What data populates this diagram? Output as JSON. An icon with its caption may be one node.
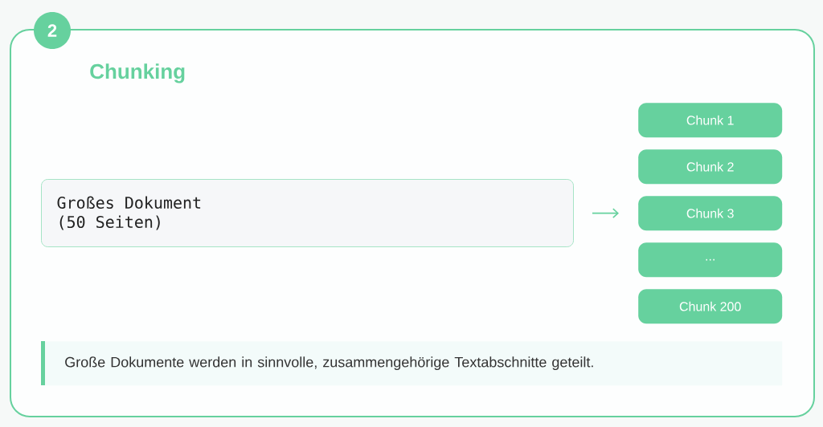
{
  "diagram": {
    "nodes": [
      {
        "text": [
          "Chunking"
        ]
      },
      {
        "text": [
          "2"
        ]
      },
      {
        "text": [
          "Großes Dokument (50 Seiten)"
        ],
        "in": 0
      },
      {
        "text": [
          "Chunk 1"
        ],
        "in": 0
      },
      {
        "text": [
          "Chunk 2"
        ],
        "in": 0
      },
      {
        "text": [
          "Chunk 3"
        ],
        "in": 0
      },
      {
        "text": [
          "..."
        ],
        "in": 0
      },
      {
        "text": [
          "Chunk 200"
        ],
        "in": 0
      },
      {
        "text": [
          "Große Dokumente werden in sinnvolle, zusammengehörige Textabschnitte geteilt."
        ],
        "in": 0
      }
    ],
    "edges": [
      {
        "from": 2,
        "to": 5,
        "arrow": "to"
      }
    ]
  }
}
